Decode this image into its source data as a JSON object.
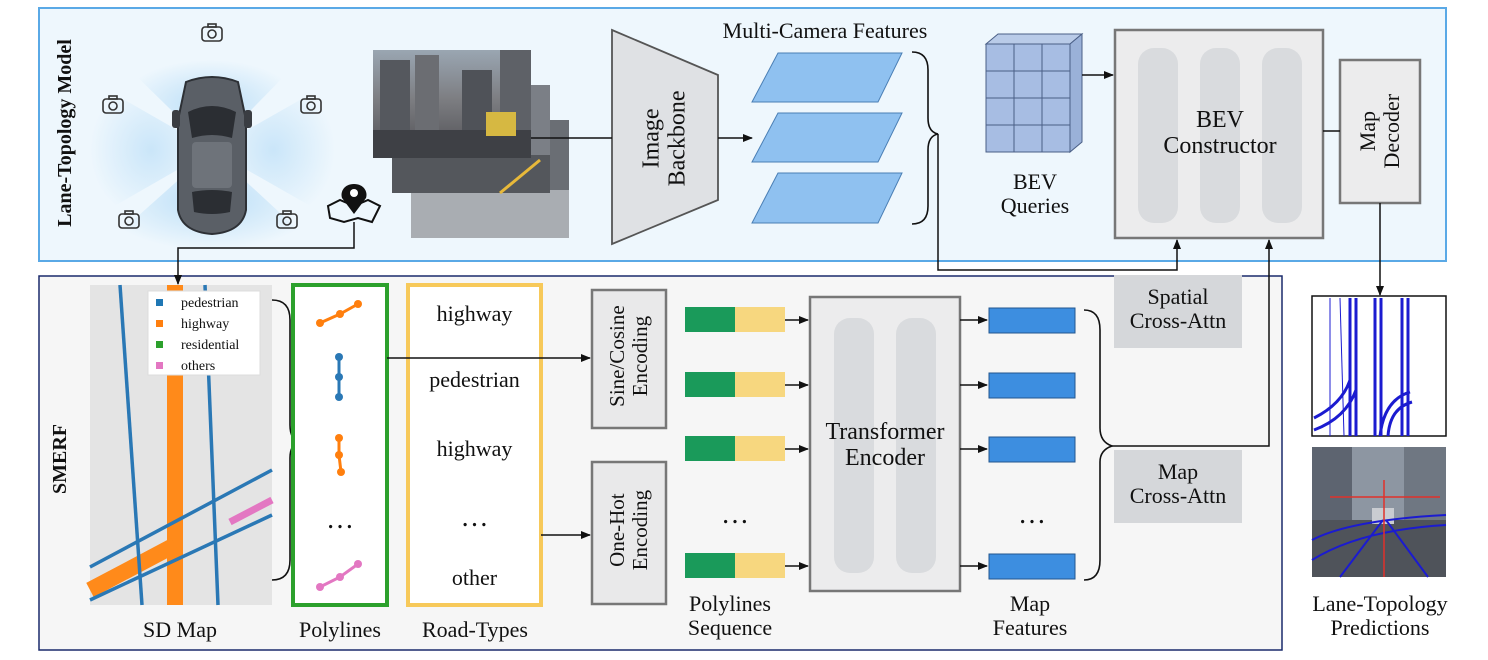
{
  "top_section": {
    "title": "Lane-Topology Model",
    "multi_camera_label": "Multi-Camera Features",
    "image_backbone_line1": "Image",
    "image_backbone_line2": "Backbone",
    "bev_queries_line1": "BEV",
    "bev_queries_line2": "Queries",
    "bev_constructor_line1": "BEV",
    "bev_constructor_line2": "Constructor",
    "map_decoder_line1": "Map",
    "map_decoder_line2": "Decoder"
  },
  "bottom_section": {
    "title": "SMERF",
    "sd_map_label": "SD Map",
    "polylines_label": "Polylines",
    "road_types_label": "Road-Types",
    "road_types": [
      "highway",
      "pedestrian",
      "highway",
      "…",
      "other"
    ],
    "sine_cosine_line1": "Sine/Cosine",
    "sine_cosine_line2": "Encoding",
    "one_hot_line1": "One-Hot",
    "one_hot_line2": "Encoding",
    "polylines_sequence_line1": "Polylines",
    "polylines_sequence_line2": "Sequence",
    "transformer_line1": "Transformer",
    "transformer_line2": "Encoder",
    "map_features_line1": "Map",
    "map_features_line2": "Features",
    "ellipsis": "…"
  },
  "cross_attn": {
    "spatial_line1": "Spatial",
    "spatial_line2": "Cross-Attn",
    "map_line1": "Map",
    "map_line2": "Cross-Attn"
  },
  "predictions": {
    "line1": "Lane-Topology",
    "line2": "Predictions"
  },
  "legend": [
    {
      "label": "pedestrian",
      "color": "#1f77b4"
    },
    {
      "label": "highway",
      "color": "#ff7f0e"
    },
    {
      "label": "residential",
      "color": "#2ca02c"
    },
    {
      "label": "others",
      "color": "#e377c2"
    }
  ],
  "colors": {
    "top_border": "#5aa9e6",
    "top_fill": "#eef7fd",
    "bottom_border": "#1a2a6c",
    "bottom_fill": "#f6f6f6",
    "feature_plane": "#8fc1f0",
    "map_feature": "#3d8ee0",
    "seq_green": "#1a9a5a",
    "seq_yellow": "#f7d77f",
    "polyline_box": "#2ca02c",
    "roadtype_box": "#f7c95a",
    "grey_block": "#d9dbde"
  },
  "icons": [
    "car-icon",
    "camera-icon",
    "map-pin-icon",
    "camera-image-stack"
  ]
}
